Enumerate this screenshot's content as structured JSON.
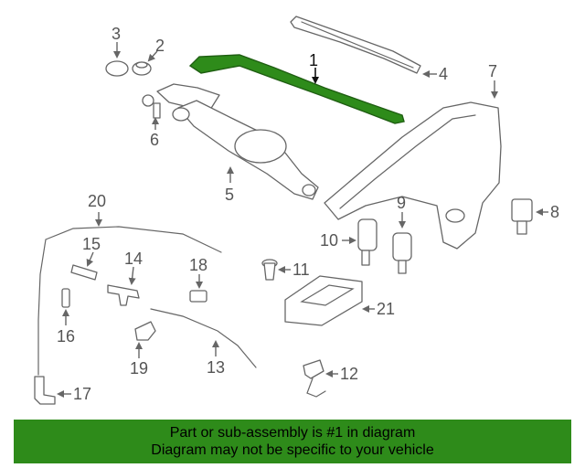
{
  "diagram": {
    "highlight_color": "#2e8b1a",
    "callouts": [
      "1",
      "2",
      "3",
      "4",
      "5",
      "6",
      "7",
      "8",
      "9",
      "10",
      "11",
      "12",
      "13",
      "14",
      "15",
      "16",
      "17",
      "18",
      "19",
      "20",
      "21"
    ]
  },
  "banner": {
    "line1": "Part or sub-assembly is #1 in diagram",
    "line2": "Diagram may not be specific to your vehicle",
    "color": "#2e8b1a"
  }
}
